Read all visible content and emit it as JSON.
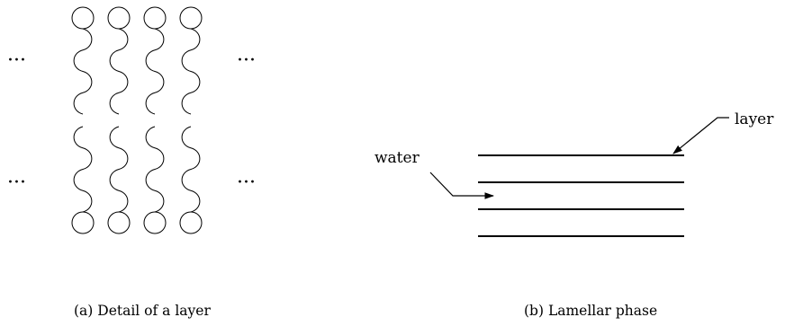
{
  "panel_a": {
    "caption": "(a) Detail of a layer",
    "ellipsis": "···",
    "molecule_count_top": 4,
    "molecule_count_bottom": 4
  },
  "panel_b": {
    "caption": "(b) Lamellar phase",
    "label_layer": "layer",
    "label_water": "water",
    "layer_count": 4
  },
  "colors": {
    "ink": "#000000",
    "background": "#ffffff"
  }
}
